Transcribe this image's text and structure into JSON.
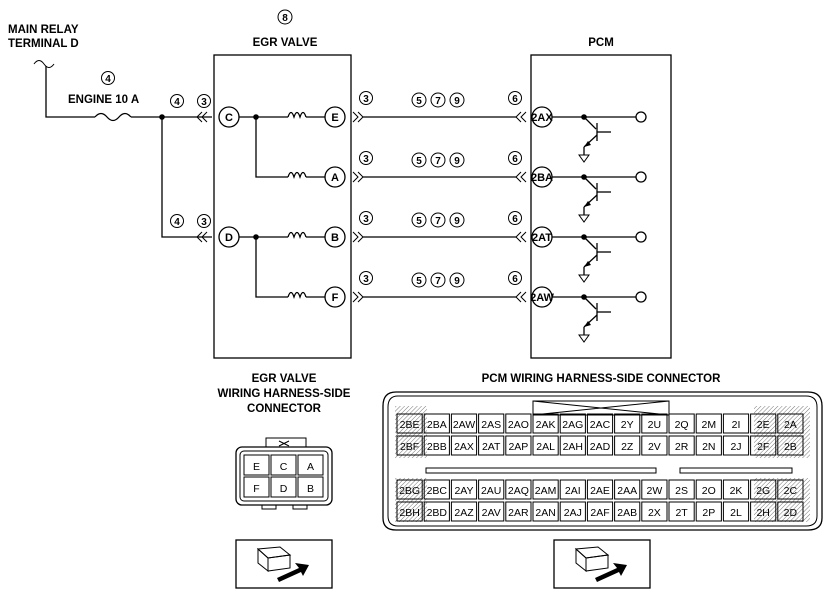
{
  "labels": {
    "main_relay_line1": "MAIN RELAY",
    "main_relay_line2": "TERMINAL D",
    "fuse": "ENGINE 10 A",
    "egr_title": "EGR VALVE",
    "pcm_title": "PCM",
    "egr_connector_line1": "EGR VALVE",
    "egr_connector_line2": "WIRING HARNESS-SIDE",
    "egr_connector_line3": "CONNECTOR",
    "pcm_connector_title": "PCM WIRING HARNESS-SIDE CONNECTOR"
  },
  "circled": {
    "egr": "8",
    "fuse": "4",
    "left_c": "4",
    "left_d": "4",
    "connector_left": "3",
    "connector_right": "3",
    "pcm_side": "6",
    "wire_a": "5",
    "wire_b": "7",
    "wire_c": "9"
  },
  "egr_pins_left": [
    "C",
    "D"
  ],
  "egr_pins_right": [
    "E",
    "A",
    "B",
    "F"
  ],
  "pcm_pins": [
    "2AX",
    "2BA",
    "2AT",
    "2AW"
  ],
  "egr_connector_grid": [
    [
      "E",
      "C",
      "A"
    ],
    [
      "F",
      "D",
      "B"
    ]
  ],
  "pcm_grid": [
    [
      "2BE",
      "2BA",
      "2AW",
      "2AS",
      "2AO",
      "2AK",
      "2AG",
      "2AC",
      "2Y",
      "2U",
      "2Q",
      "2M",
      "2I",
      "2E",
      "2A"
    ],
    [
      "2BF",
      "2BB",
      "2AX",
      "2AT",
      "2AP",
      "2AL",
      "2AH",
      "2AD",
      "2Z",
      "2V",
      "2R",
      "2N",
      "2J",
      "2F",
      "2B"
    ],
    [
      "2BG",
      "2BC",
      "2AY",
      "2AU",
      "2AQ",
      "2AM",
      "2AI",
      "2AE",
      "2AA",
      "2W",
      "2S",
      "2O",
      "2K",
      "2G",
      "2C"
    ],
    [
      "2BH",
      "2BD",
      "2AZ",
      "2AV",
      "2AR",
      "2AN",
      "2AJ",
      "2AF",
      "2AB",
      "2X",
      "2T",
      "2P",
      "2L",
      "2H",
      "2D"
    ]
  ]
}
